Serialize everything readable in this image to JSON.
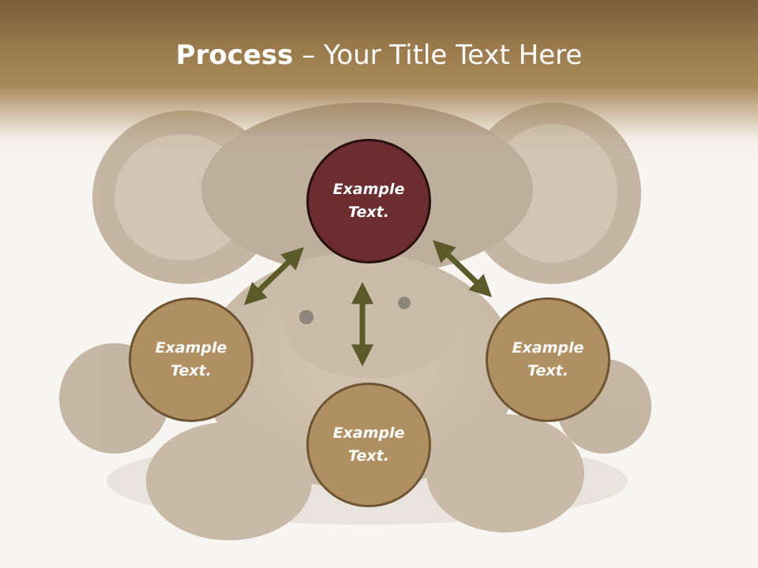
{
  "title": {
    "bold": "Process",
    "dash": " – ",
    "rest": "Your Title Text Here"
  },
  "nodes": {
    "top": "Example Text.",
    "left": "Example Text.",
    "right": "Example Text.",
    "bottom": "Example Text."
  },
  "colors": {
    "header": "#9a7a4c",
    "top_node": "#6b2d2f",
    "side_node": "#b08f62",
    "arrow": "#5a5a2a"
  }
}
